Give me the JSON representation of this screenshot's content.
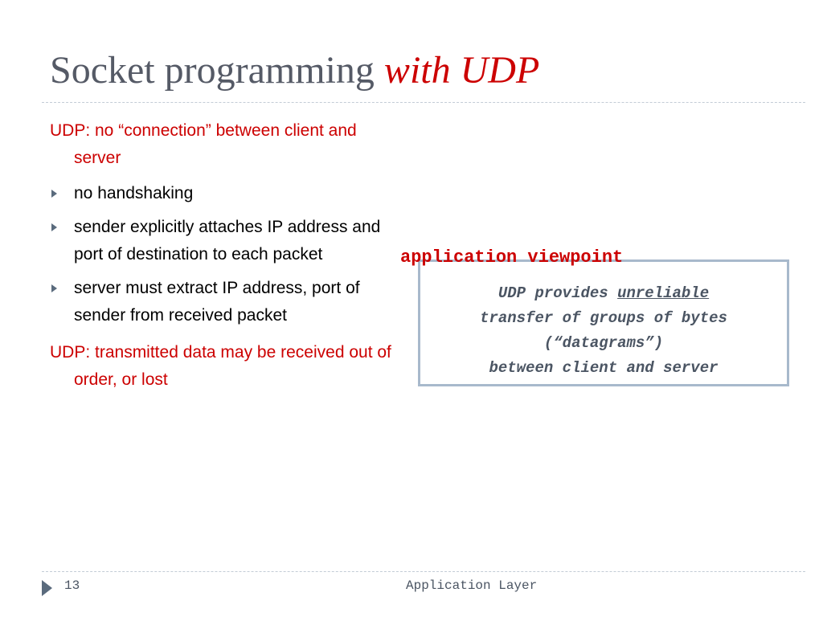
{
  "title": {
    "main": "Socket programming",
    "accent": "with UDP"
  },
  "points": [
    {
      "label": "UDP: no “connection” between client and server"
    },
    {
      "label": "UDP: transmitted data may be received out of order, or lost"
    }
  ],
  "bullets": [
    "no handshaking",
    "sender explicitly attaches IP address and port of destination to each packet",
    "server must extract IP address, port of sender from received packet"
  ],
  "viewpoint": {
    "label": "application viewpoint",
    "line1_pre": "UDP provides ",
    "line1_underlined": "unreliable",
    "line2": "transfer of groups of bytes",
    "line3": "(“datagrams”)",
    "line4": "between client and server"
  },
  "footer": {
    "page_number": "13",
    "section": "Application Layer"
  },
  "colors": {
    "accent": "#cc0000",
    "title": "#555a66",
    "box_border": "#a8b9cc",
    "bullet": "#5a6b7d"
  },
  "icons": {
    "bullet": "triangle-bullet-icon",
    "footer": "triangle-arrow-icon"
  }
}
